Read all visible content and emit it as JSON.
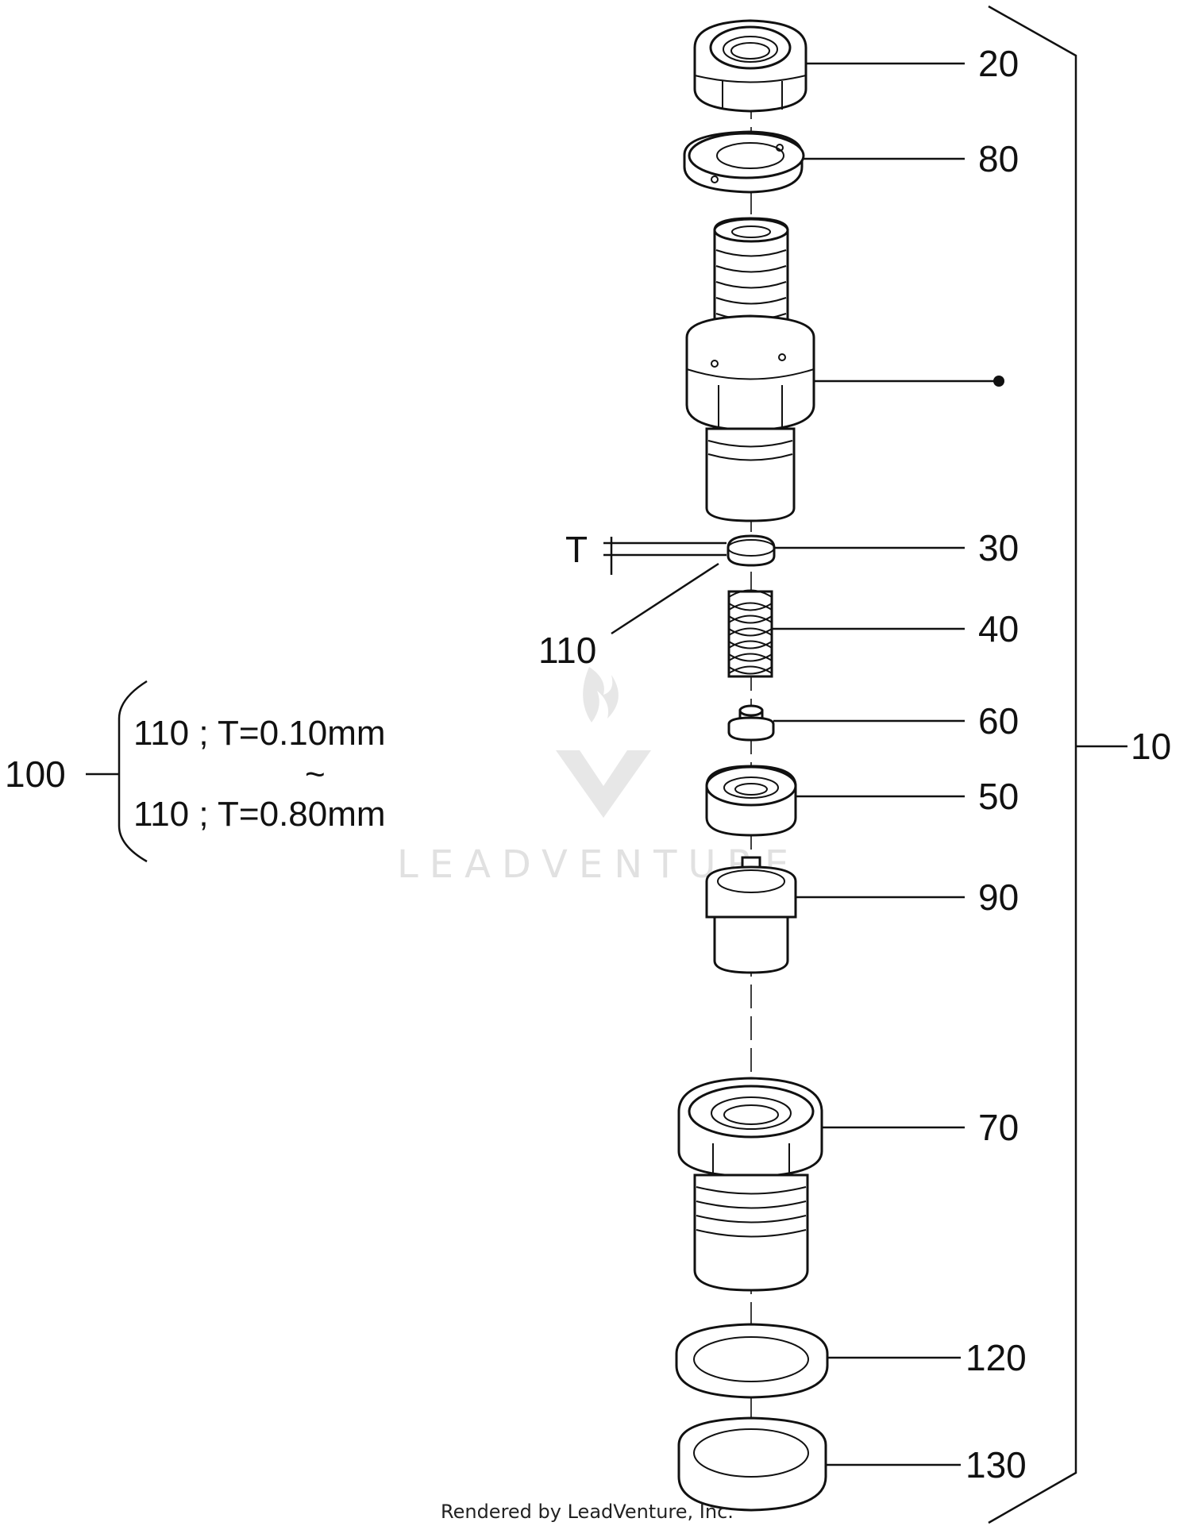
{
  "callouts": {
    "c20": "20",
    "c80": "80",
    "c30": "30",
    "c40": "40",
    "c60": "60",
    "c50": "50",
    "c90": "90",
    "c70": "70",
    "c120": "120",
    "c130": "130",
    "c110": "110",
    "c10": "10",
    "c100": "100",
    "t_marker": "T"
  },
  "note": {
    "line1": "110 ; T=0.10mm",
    "tilde": "~",
    "line2": "110 ; T=0.80mm"
  },
  "watermark": "LEADVENTURE",
  "credit": "Rendered by LeadVenture, Inc."
}
